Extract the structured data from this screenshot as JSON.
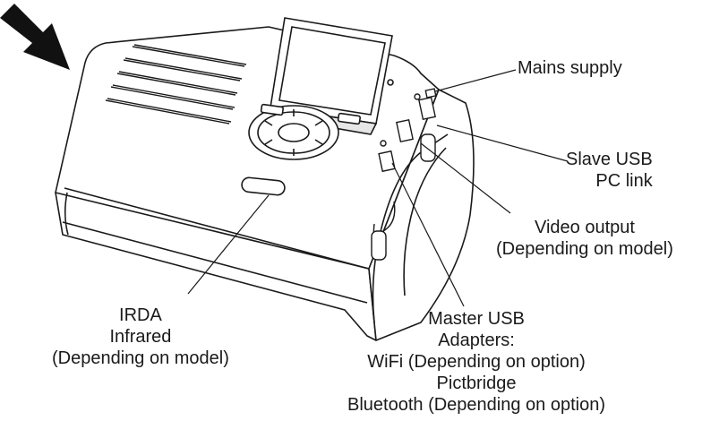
{
  "labels": {
    "mains": [
      "Mains supply"
    ],
    "slave_usb": [
      "Slave USB",
      "PC link"
    ],
    "video": [
      "Video output",
      "(Depending on model)"
    ],
    "irda": [
      "IRDA",
      "Infrared",
      "(Depending on model)"
    ],
    "master_usb": [
      "Master USB",
      "Adapters:",
      "WiFi (Depending on option)",
      "Pictbridge",
      "Bluetooth (Depending on option)"
    ]
  },
  "colors": {
    "line": "#1a1a1a",
    "fill": "#ffffff",
    "shade": "#d8d8d8"
  }
}
